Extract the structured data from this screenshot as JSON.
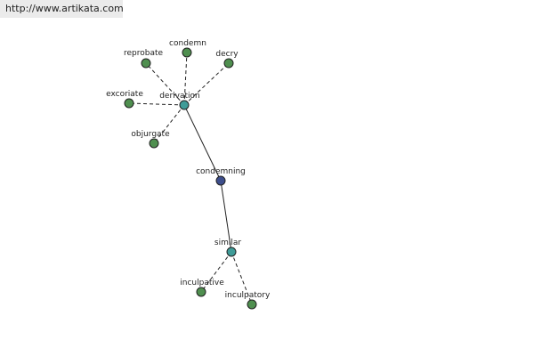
{
  "url": "http://www.artikata.com",
  "colors": {
    "leaf": "#4f8f4f",
    "hub": "#3f9c98",
    "center": "#3d4e8c",
    "edge": "#222222"
  },
  "nodes": {
    "derivation": "derivation",
    "condemning": "condemning",
    "similar": "similar",
    "reprobate": "reprobate",
    "condemn": "condemn",
    "decry": "decry",
    "excoriate": "excoriate",
    "objurgate": "objurgate",
    "inculpative": "inculpative",
    "inculpatory": "inculpatory"
  }
}
